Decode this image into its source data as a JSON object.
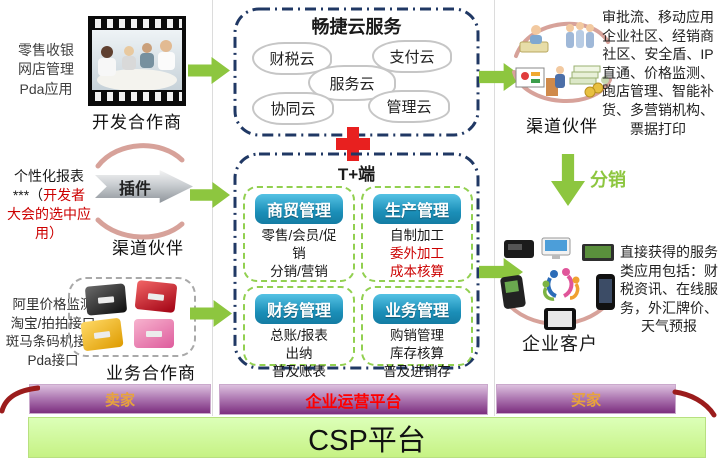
{
  "left": {
    "dev_partner": {
      "services": "零售收银\n网店管理\nPda应用",
      "label": "开发合作商"
    },
    "channel_partner": {
      "text_black": "个性化报表\n***（",
      "text_red": "开发者\n大会的选中应\n用）",
      "plugin_label": "插件",
      "label": "渠道伙伴"
    },
    "business_partner": {
      "services": "阿里价格监测\n淘宝/拍拍接口\n斑马条码机接口\nPda接口",
      "label": "业务合作商"
    }
  },
  "center": {
    "cloud_services": {
      "title": "畅捷云服务",
      "clouds": [
        "财税云",
        "支付云",
        "服务云",
        "协同云",
        "管理云"
      ]
    },
    "plus_symbol": "+",
    "tplus": {
      "title": "T+端",
      "modules": [
        {
          "name": "商贸管理",
          "items_black": "零售/会员/促\n销\n分销/营销",
          "items_red": ""
        },
        {
          "name": "生产管理",
          "items_black": "自制加工",
          "items_red": "委外加工\n成本核算"
        },
        {
          "name": "财务管理",
          "items_black": "总账/报表\n出纳\n普及账表",
          "items_red": ""
        },
        {
          "name": "业务管理",
          "items_black": "购销管理\n库存核算\n普及进销存",
          "items_red": ""
        }
      ]
    }
  },
  "right": {
    "channel_partner": {
      "label": "渠道伙伴",
      "services": "审批流、移动应用\n企业社区、经销商\n社区、安全盾、IP\n直通、价格监测、\n跑店管理、智能补\n货、多营销机构、\n票据打印"
    },
    "distribution": {
      "label": "分销"
    },
    "enterprise_customer": {
      "label": "企业客户",
      "services": "直接获得的服务\n类应用包括：财\n税资讯、在线服\n务，外汇牌价、\n天气预报"
    }
  },
  "bottom": {
    "seller": "卖家",
    "platform": "企业运营平台",
    "buyer": "买家",
    "csp": "CSP平台"
  },
  "icons": {
    "flow_arrow": "green-right-arrow",
    "distribution_arrow": "green-down-arrow",
    "plus": "red-cross",
    "dev_partner_image": "film-strip-meeting-photo",
    "business_partner_image": "storage-boxes",
    "channel_partner_image": "business-people-clipart",
    "enterprise_customer_image": "devices-clipart"
  },
  "colors": {
    "accent_green": "#8dc63f",
    "module_header_teal": "#1b8fb8",
    "border_navy": "#203864",
    "cross_red": "#e8201f",
    "text_red": "#cc0000",
    "bar_purple": "#7c2f7f",
    "csp_green": "#c6f284",
    "arc_pink": "#d7a29a"
  }
}
